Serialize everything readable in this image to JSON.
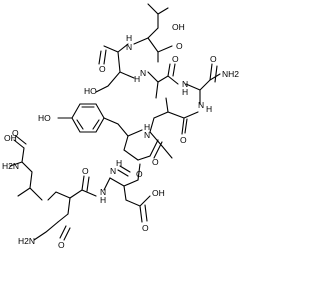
{
  "structure": {
    "atom_labels": {
      "oh_carboxyl_top": "OH",
      "o_carbonyl_top_right": "O",
      "nh_leu": "H",
      "nh_leu_n": "N",
      "o_ser_carbonyl": "O",
      "oh_ser": "HO",
      "nh_ser": "H",
      "nh_ser_n": "N",
      "o_ala_carbonyl": "O",
      "nh2_asn_top": "O",
      "nh2_asn_top_amine": "NH2",
      "nh_asn_top": "H",
      "nh_asn_top_n": "N",
      "o_ile_carbonyl": "O",
      "nh_ile": "H",
      "nh_ile_n": "N",
      "oh_tyr": "HO",
      "o_tyr_carbonyl": "O",
      "nh_tyr": "H",
      "nh_tyr_n": "N",
      "oh_glu": "OH",
      "o_glu_carbonyl": "O",
      "h2n_glu": "H2N",
      "nh_glu_asn": "H",
      "nh_glu_asn_n": "N",
      "o_asn_bottom_carbonyl": "O",
      "nh_asp": "H",
      "nh_asp_n": "N",
      "o_asp_carbonyl": "O",
      "oh_asp": "OH",
      "o_asp_side": "O",
      "h2n_asn_bottom": "H2N",
      "o_asn_bottom_side": "O"
    },
    "stereo_wedges": 9
  }
}
